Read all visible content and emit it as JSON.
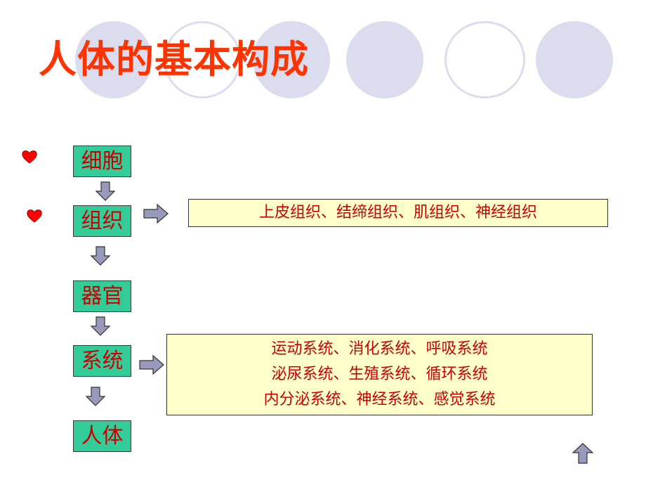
{
  "title": "人体的基本构成",
  "steps": [
    {
      "label": "细胞"
    },
    {
      "label": "组织"
    },
    {
      "label": "器官"
    },
    {
      "label": "系统"
    },
    {
      "label": "人体"
    }
  ],
  "tissue_box": {
    "text": "上皮组织、结缔组织、肌组织、神经组织"
  },
  "system_box": {
    "lines": [
      "运动系统、消化系统、呼吸系统",
      "泌尿系统、生殖系统、循环系统",
      "内分泌系统、神经系统、感觉系统"
    ]
  },
  "colors": {
    "title": "#ff3300",
    "step_bg": "#33cc99",
    "step_text": "#cc0000",
    "box_bg": "#ffffcc",
    "arrow": "#9999bb",
    "heart": "#ff0000",
    "circle": "#dcdcef"
  },
  "icons": {
    "bullet": "heart-icon",
    "flow_down": "arrow-down-icon",
    "flow_right": "arrow-right-icon",
    "nav": "arrow-up-icon"
  }
}
